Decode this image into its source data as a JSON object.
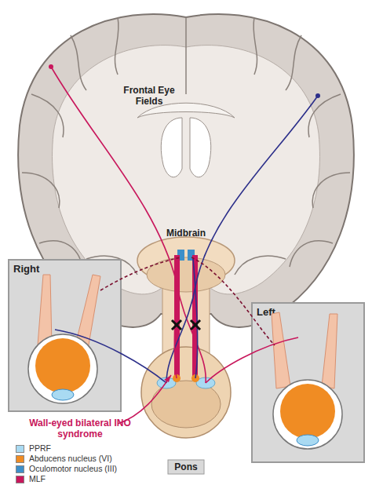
{
  "diagram": {
    "nodes": [
      {
        "text": [
          "Right"
        ]
      },
      {
        "text": [
          "Left"
        ]
      }
    ],
    "labels": [
      "Frontal Eye Fields",
      "Midbrain",
      "Wall-eyed bilateral INO syndrome",
      "Pons"
    ],
    "legend": [
      {
        "text": "PPRF",
        "color": "#a9daf2"
      },
      {
        "text": "Abducens nucleus (VI)",
        "color": "#f08c23"
      },
      {
        "text": "Oculomotor nucleus (III)",
        "color": "#3d8fc9"
      },
      {
        "text": "MLF",
        "color": "#c8175c"
      }
    ]
  }
}
